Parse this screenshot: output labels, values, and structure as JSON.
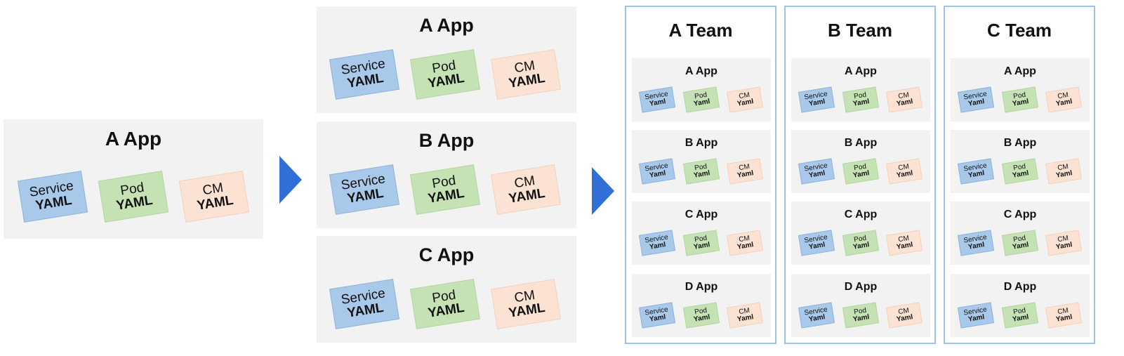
{
  "stage1": {
    "app": {
      "title": "A App",
      "cards": [
        {
          "type": "Service",
          "fmt": "YAML"
        },
        {
          "type": "Pod",
          "fmt": "YAML"
        },
        {
          "type": "CM",
          "fmt": "YAML"
        }
      ]
    }
  },
  "stage2": {
    "apps": [
      {
        "title": "A App",
        "cards": [
          {
            "type": "Service",
            "fmt": "YAML"
          },
          {
            "type": "Pod",
            "fmt": "YAML"
          },
          {
            "type": "CM",
            "fmt": "YAML"
          }
        ]
      },
      {
        "title": "B App",
        "cards": [
          {
            "type": "Service",
            "fmt": "YAML"
          },
          {
            "type": "Pod",
            "fmt": "YAML"
          },
          {
            "type": "CM",
            "fmt": "YAML"
          }
        ]
      },
      {
        "title": "C App",
        "cards": [
          {
            "type": "Service",
            "fmt": "YAML"
          },
          {
            "type": "Pod",
            "fmt": "YAML"
          },
          {
            "type": "CM",
            "fmt": "YAML"
          }
        ]
      }
    ]
  },
  "stage3": {
    "teams": [
      {
        "title": "A Team",
        "apps": [
          {
            "title": "A App",
            "cards": [
              {
                "type": "Service",
                "fmt": "Yaml"
              },
              {
                "type": "Pod",
                "fmt": "Yaml"
              },
              {
                "type": "CM",
                "fmt": "Yaml"
              }
            ]
          },
          {
            "title": "B App",
            "cards": [
              {
                "type": "Service",
                "fmt": "Yaml"
              },
              {
                "type": "Pod",
                "fmt": "Yaml"
              },
              {
                "type": "CM",
                "fmt": "Yaml"
              }
            ]
          },
          {
            "title": "C App",
            "cards": [
              {
                "type": "Service",
                "fmt": "Yaml"
              },
              {
                "type": "Pod",
                "fmt": "Yaml"
              },
              {
                "type": "CM",
                "fmt": "Yaml"
              }
            ]
          },
          {
            "title": "D App",
            "cards": [
              {
                "type": "Service",
                "fmt": "Yaml"
              },
              {
                "type": "Pod",
                "fmt": "Yaml"
              },
              {
                "type": "CM",
                "fmt": "Yaml"
              }
            ]
          }
        ]
      },
      {
        "title": "B Team",
        "apps": [
          {
            "title": "A App",
            "cards": [
              {
                "type": "Service",
                "fmt": "Yaml"
              },
              {
                "type": "Pod",
                "fmt": "Yaml"
              },
              {
                "type": "CM",
                "fmt": "Yaml"
              }
            ]
          },
          {
            "title": "B App",
            "cards": [
              {
                "type": "Service",
                "fmt": "Yaml"
              },
              {
                "type": "Pod",
                "fmt": "Yaml"
              },
              {
                "type": "CM",
                "fmt": "Yaml"
              }
            ]
          },
          {
            "title": "C App",
            "cards": [
              {
                "type": "Service",
                "fmt": "Yaml"
              },
              {
                "type": "Pod",
                "fmt": "Yaml"
              },
              {
                "type": "CM",
                "fmt": "Yaml"
              }
            ]
          },
          {
            "title": "D App",
            "cards": [
              {
                "type": "Service",
                "fmt": "Yaml"
              },
              {
                "type": "Pod",
                "fmt": "Yaml"
              },
              {
                "type": "CM",
                "fmt": "Yaml"
              }
            ]
          }
        ]
      },
      {
        "title": "C Team",
        "apps": [
          {
            "title": "A App",
            "cards": [
              {
                "type": "Service",
                "fmt": "Yaml"
              },
              {
                "type": "Pod",
                "fmt": "Yaml"
              },
              {
                "type": "CM",
                "fmt": "Yaml"
              }
            ]
          },
          {
            "title": "B App",
            "cards": [
              {
                "type": "Service",
                "fmt": "Yaml"
              },
              {
                "type": "Pod",
                "fmt": "Yaml"
              },
              {
                "type": "CM",
                "fmt": "Yaml"
              }
            ]
          },
          {
            "title": "C App",
            "cards": [
              {
                "type": "Service",
                "fmt": "Yaml"
              },
              {
                "type": "Pod",
                "fmt": "Yaml"
              },
              {
                "type": "CM",
                "fmt": "Yaml"
              }
            ]
          },
          {
            "title": "D App",
            "cards": [
              {
                "type": "Service",
                "fmt": "Yaml"
              },
              {
                "type": "Pod",
                "fmt": "Yaml"
              },
              {
                "type": "CM",
                "fmt": "Yaml"
              }
            ]
          }
        ]
      }
    ]
  },
  "colors": {
    "service": "#a9c9ea",
    "pod": "#c5e2b4",
    "cm": "#fbe2d3",
    "panel": "#f2f2f2",
    "arrow": "#2f6fd6",
    "team_border": "#9fc2e8"
  },
  "icons": [
    "arrow-right-icon"
  ]
}
